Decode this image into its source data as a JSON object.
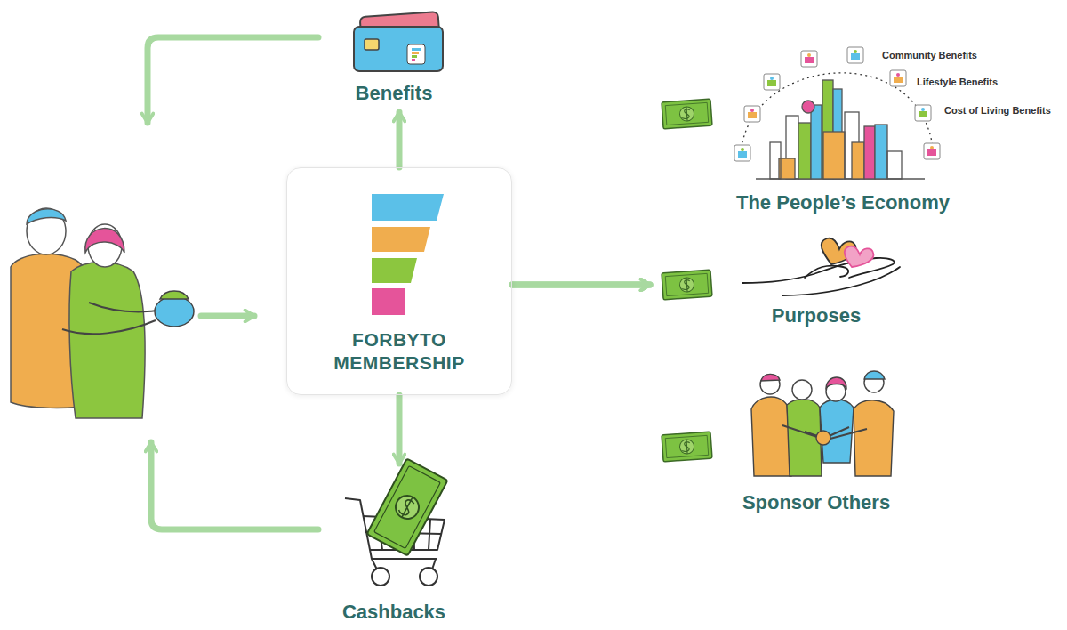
{
  "diagram": {
    "nodes": [
      {
        "text": [
          "Benefits"
        ]
      },
      {
        "text": [
          "The People’s Economy"
        ]
      },
      {
        "text": [
          "FORBYTO MEMBERSHIP"
        ]
      },
      {
        "text": [
          "Purposes"
        ]
      },
      {
        "text": [
          "Sponsor Others"
        ]
      },
      {
        "text": [
          "Cashbacks"
        ]
      }
    ],
    "edges": [
      {
        "from": 2,
        "to": 0,
        "arrow": "to"
      },
      {
        "from": 2,
        "to": 1,
        "arrow": "to"
      },
      {
        "from": 2,
        "to": 3,
        "arrow": "to"
      },
      {
        "from": 2,
        "to": 4,
        "arrow": "to"
      },
      {
        "from": 2,
        "to": 5,
        "arrow": "to"
      }
    ],
    "labels": [
      "Community Benefits",
      "Lifestyle Benefits",
      "Cost of Living Benefits"
    ]
  }
}
